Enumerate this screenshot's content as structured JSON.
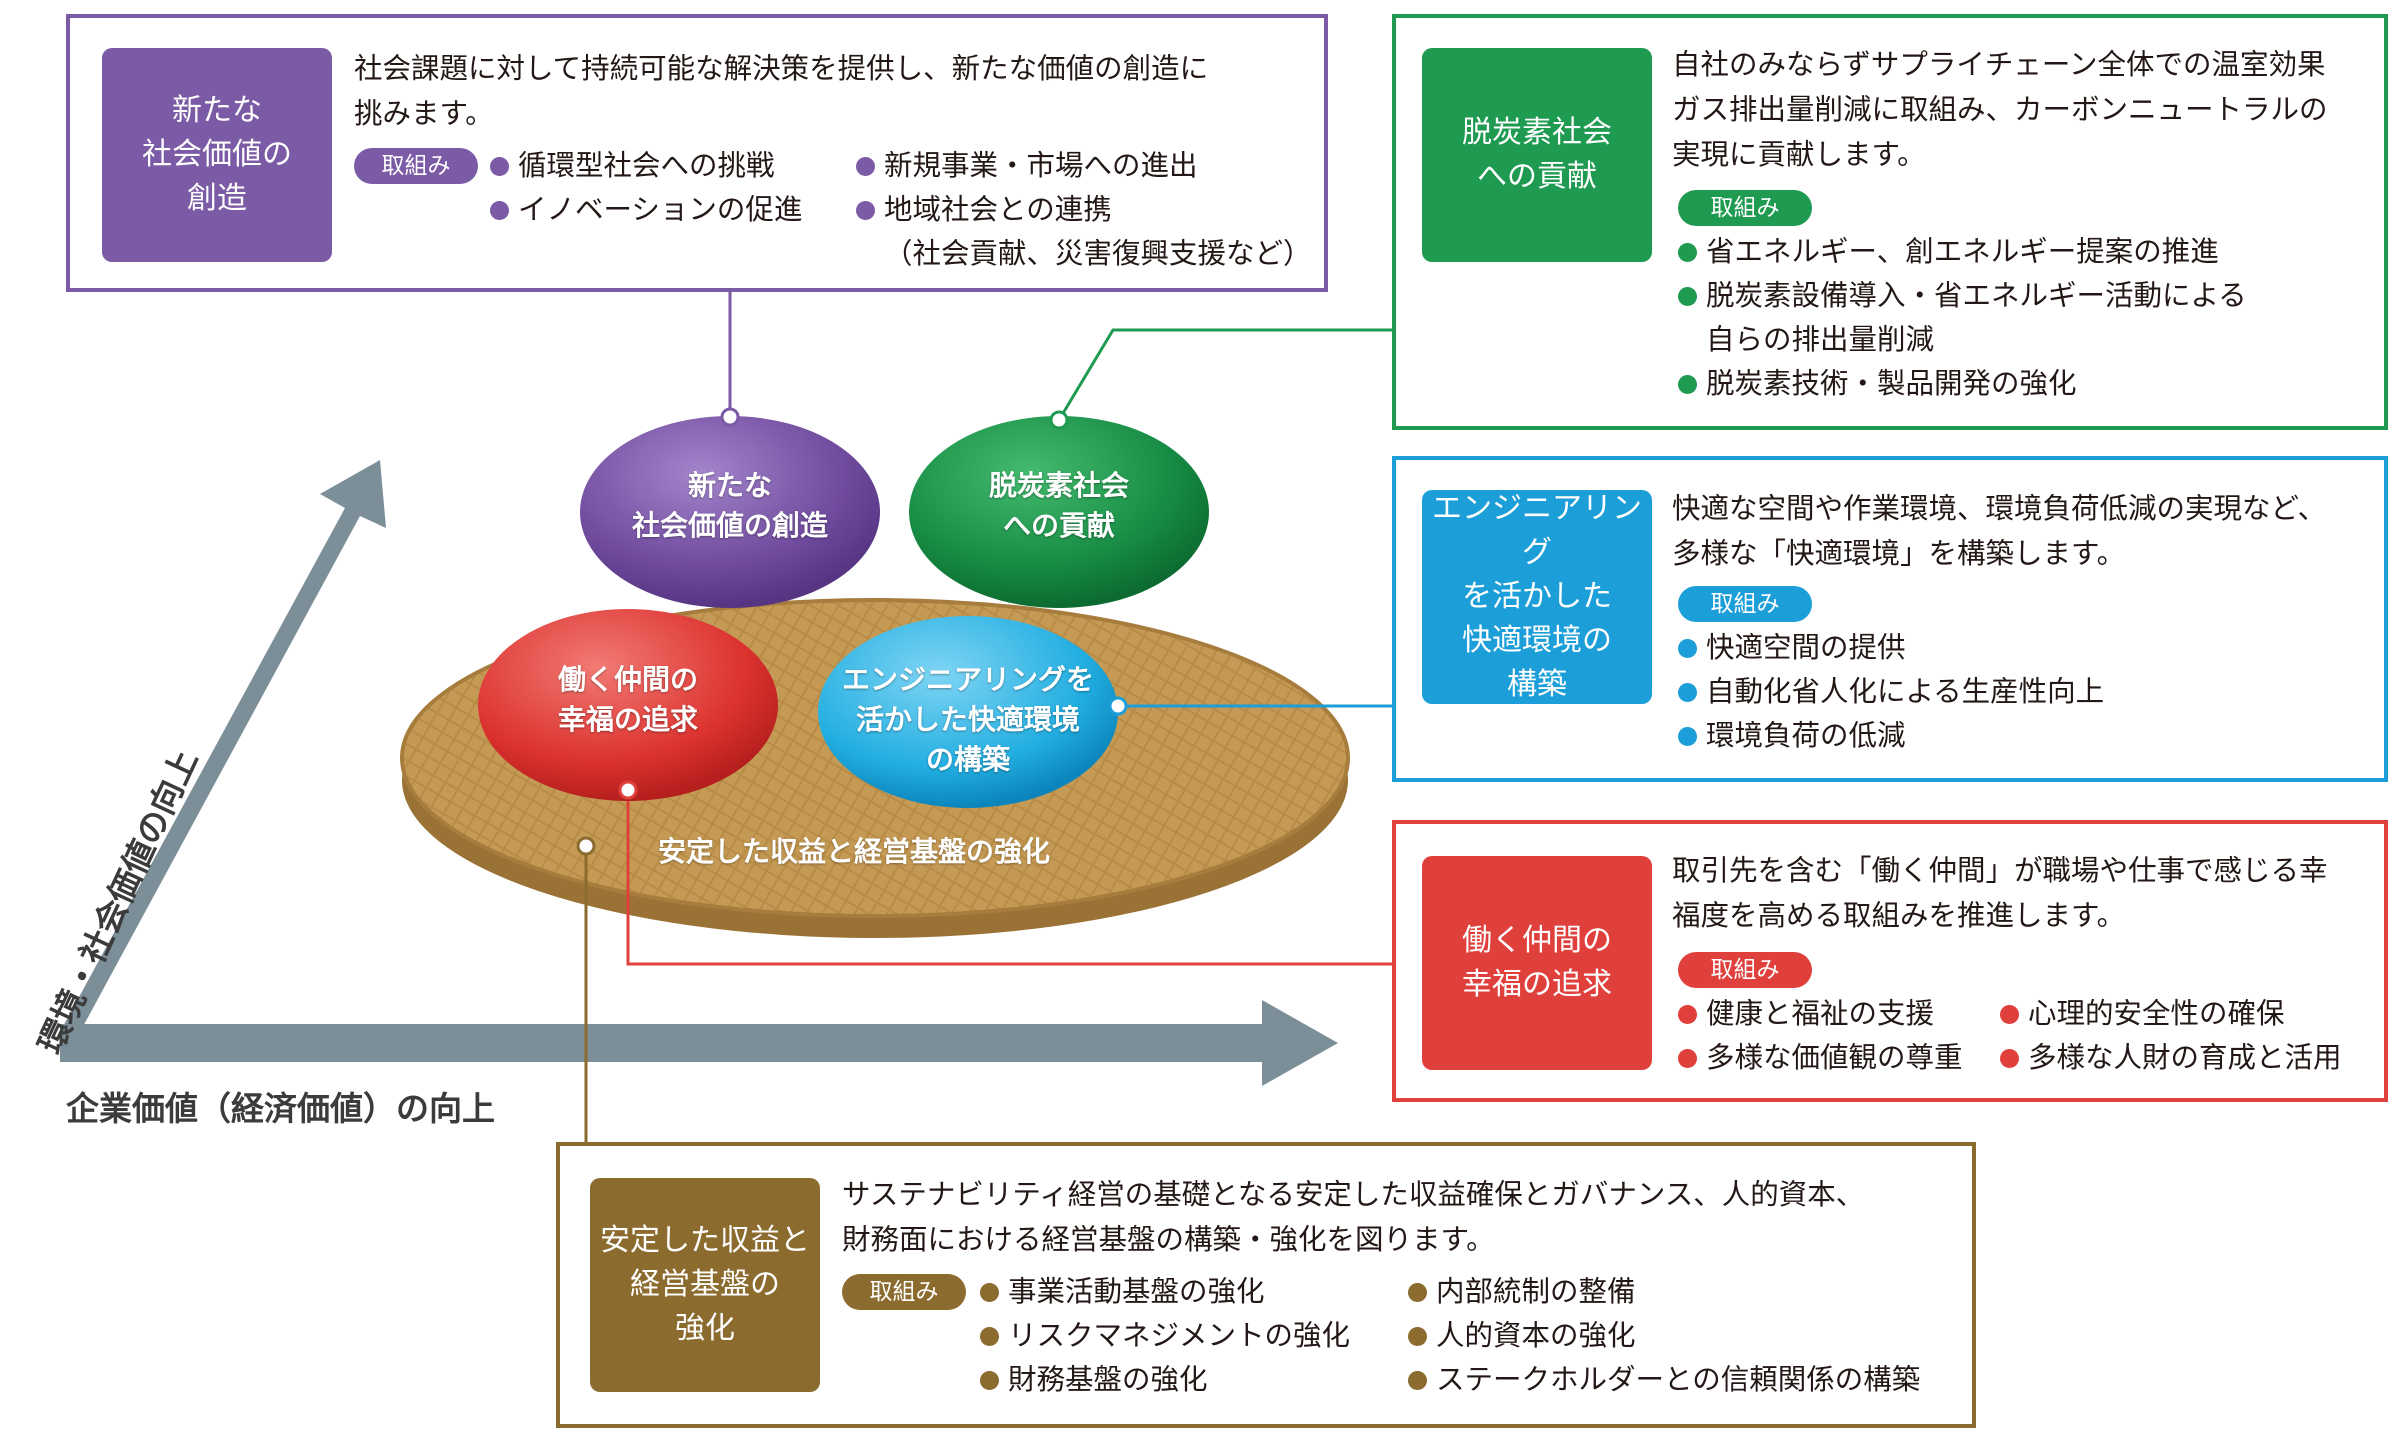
{
  "axes": {
    "x_label": "企業価値（経済価値）の向上",
    "y_label": "環境・社会価値の向上"
  },
  "center": {
    "ovals": {
      "purple": "新たな\n社会価値の創造",
      "green": "脱炭素社会\nへの貢献",
      "red": "働く仲間の\n幸福の追求",
      "blue": "エンジニアリングを\n活かした快適環境\nの構築"
    },
    "base_label": "安定した収益と経営基盤の強化"
  },
  "panels": {
    "purple": {
      "title": "新たな\n社会価値の\n創造",
      "description": "社会課題に対して持続可能な解決策を提供し、新たな価値の創造に\n挑みます。",
      "tag": "取組み",
      "items": [
        "循環型社会への挑戦",
        "イノベーションの促進",
        "新規事業・市場への進出",
        "地域社会との連携\n（社会貢献、災害復興支援など）"
      ],
      "color": "#7b5aa6"
    },
    "green": {
      "title": "脱炭素社会\nへの貢献",
      "description": "自社のみならずサプライチェーン全体での温室効果\nガス排出量削減に取組み、カーボンニュートラルの\n実現に貢献します。",
      "tag": "取組み",
      "items": [
        "省エネルギー、創エネルギー提案の推進",
        "脱炭素設備導入・省エネルギー活動による\n自らの排出量削減",
        "脱炭素技術・製品開発の強化"
      ],
      "color": "#1e9a51"
    },
    "blue": {
      "title": "エンジニアリング\nを活かした\n快適環境の\n構築",
      "description": "快適な空間や作業環境、環境負荷低減の実現など、\n多様な「快適環境」を構築します。",
      "tag": "取組み",
      "items": [
        "快適空間の提供",
        "自動化省人化による生産性向上",
        "環境負荷の低減"
      ],
      "color": "#1c9ed8"
    },
    "red": {
      "title": "働く仲間の\n幸福の追求",
      "description": "取引先を含む「働く仲間」が職場や仕事で感じる幸\n福度を高める取組みを推進します。",
      "tag": "取組み",
      "items": [
        "健康と福祉の支援",
        "多様な価値観の尊重",
        "心理的安全性の確保",
        "多様な人財の育成と活用"
      ],
      "color": "#e0403c"
    },
    "brown": {
      "title": "安定した収益と\n経営基盤の\n強化",
      "description": "サステナビリティ経営の基礎となる安定した収益確保とガバナンス、人的資本、\n財務面における経営基盤の構築・強化を図ります。",
      "tag": "取組み",
      "items": [
        "事業活動基盤の強化",
        "リスクマネジメントの強化",
        "財務基盤の強化",
        "内部統制の整備",
        "人的資本の強化",
        "ステークホルダーとの信頼関係の構築"
      ],
      "color": "#8b6b2e"
    }
  }
}
